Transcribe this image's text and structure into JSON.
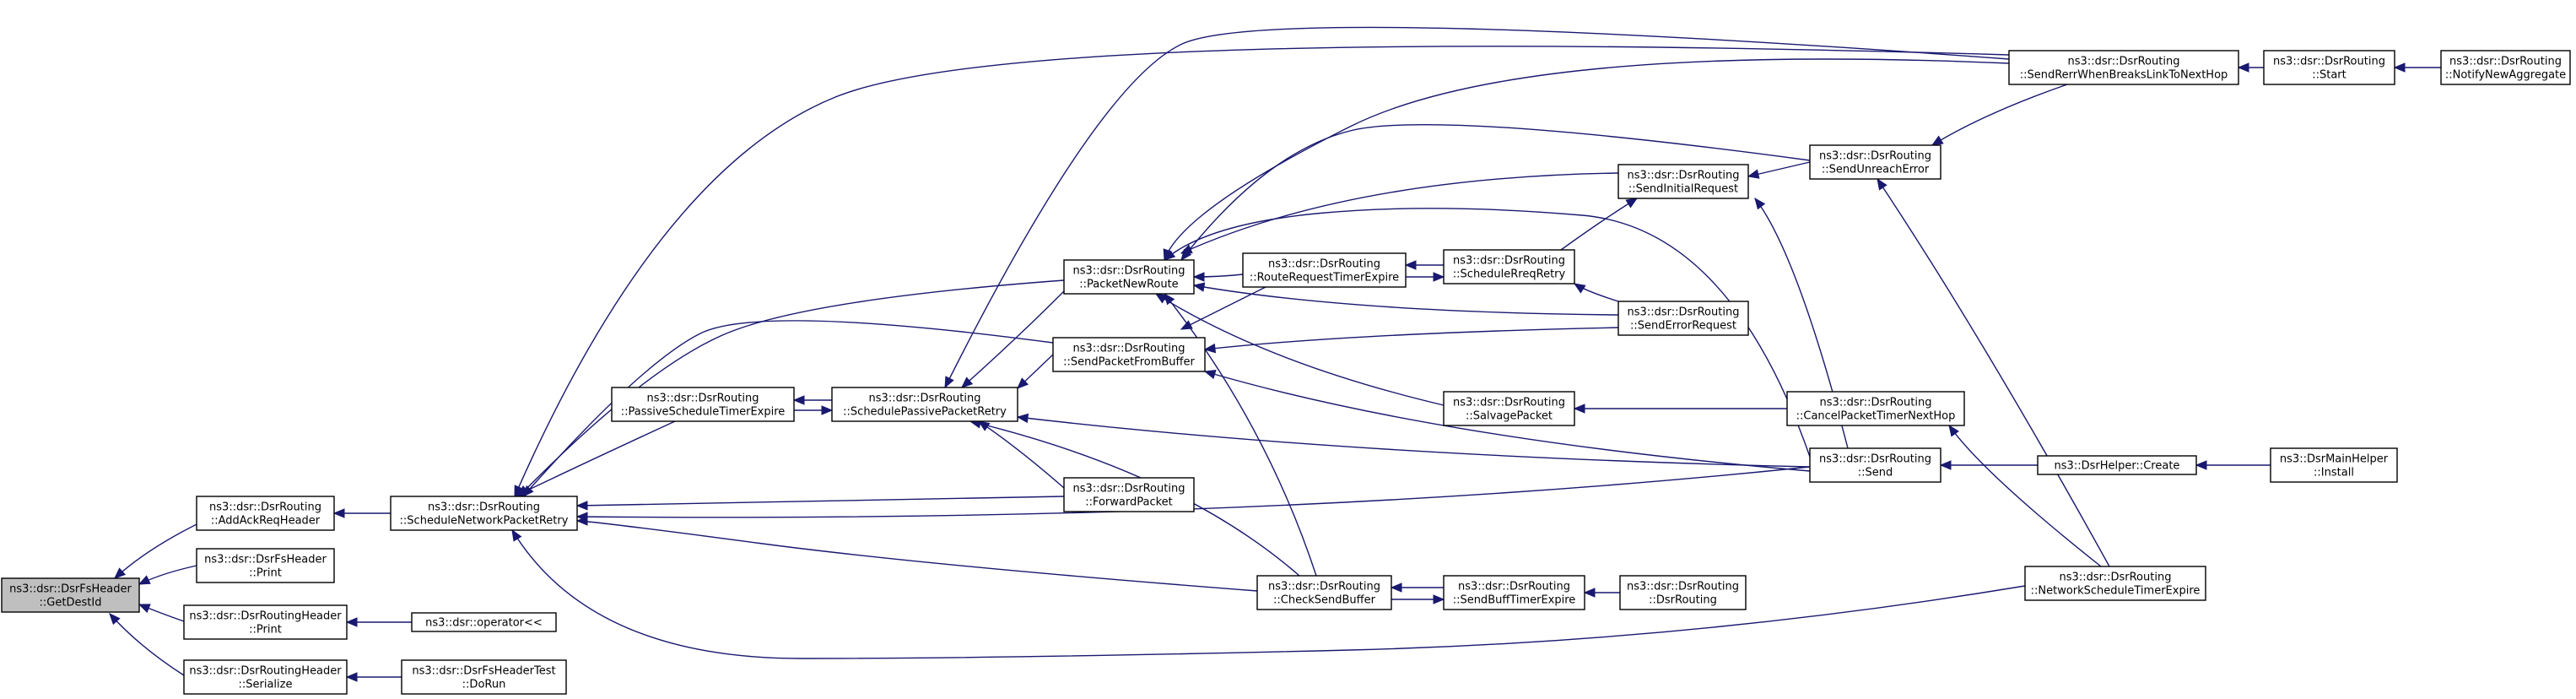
{
  "graph": {
    "nodes": [
      {
        "id": "root",
        "lines": [
          "ns3::dsr::DsrFsHeader",
          "::GetDestId"
        ],
        "highlight": true
      },
      {
        "id": "addack",
        "lines": [
          "ns3::dsr::DsrRouting",
          "::AddAckReqHeader"
        ]
      },
      {
        "id": "fsprint",
        "lines": [
          "ns3::dsr::DsrFsHeader",
          "::Print"
        ]
      },
      {
        "id": "rhprint",
        "lines": [
          "ns3::dsr::DsrRoutingHeader",
          "::Print"
        ]
      },
      {
        "id": "rhser",
        "lines": [
          "ns3::dsr::DsrRoutingHeader",
          "::Serialize"
        ]
      },
      {
        "id": "oplt",
        "lines": [
          "ns3::dsr::operator<<"
        ]
      },
      {
        "id": "dorun",
        "lines": [
          "ns3::dsr::DsrFsHeaderTest",
          "::DoRun"
        ]
      },
      {
        "id": "snpr",
        "lines": [
          "ns3::dsr::DsrRouting",
          "::ScheduleNetworkPacketRetry"
        ]
      },
      {
        "id": "pste",
        "lines": [
          "ns3::dsr::DsrRouting",
          "::PassiveScheduleTimerExpire"
        ]
      },
      {
        "id": "spr",
        "lines": [
          "ns3::dsr::DsrRouting",
          "::SchedulePassivePacketRetry"
        ]
      },
      {
        "id": "pnr",
        "lines": [
          "ns3::dsr::DsrRouting",
          "::PacketNewRoute"
        ]
      },
      {
        "id": "spfb",
        "lines": [
          "ns3::dsr::DsrRouting",
          "::SendPacketFromBuffer"
        ]
      },
      {
        "id": "fwd",
        "lines": [
          "ns3::dsr::DsrRouting",
          "::ForwardPacket"
        ]
      },
      {
        "id": "rrte",
        "lines": [
          "ns3::dsr::DsrRouting",
          "::RouteRequestTimerExpire"
        ]
      },
      {
        "id": "csb",
        "lines": [
          "ns3::dsr::DsrRouting",
          "::CheckSendBuffer"
        ]
      },
      {
        "id": "sir",
        "lines": [
          "ns3::dsr::DsrRouting",
          "::SendInitialRequest"
        ]
      },
      {
        "id": "srr",
        "lines": [
          "ns3::dsr::DsrRouting",
          "::ScheduleRreqRetry"
        ]
      },
      {
        "id": "salv",
        "lines": [
          "ns3::dsr::DsrRouting",
          "::SalvagePacket"
        ]
      },
      {
        "id": "sbte",
        "lines": [
          "ns3::dsr::DsrRouting",
          "::SendBuffTimerExpire"
        ]
      },
      {
        "id": "ser",
        "lines": [
          "ns3::dsr::DsrRouting",
          "::SendErrorRequest"
        ]
      },
      {
        "id": "dsrr",
        "lines": [
          "ns3::dsr::DsrRouting",
          "::DsrRouting"
        ]
      },
      {
        "id": "sue",
        "lines": [
          "ns3::dsr::DsrRouting",
          "::SendUnreachError"
        ]
      },
      {
        "id": "cptnh",
        "lines": [
          "ns3::dsr::DsrRouting",
          "::CancelPacketTimerNextHop"
        ]
      },
      {
        "id": "send",
        "lines": [
          "ns3::dsr::DsrRouting",
          "::Send"
        ]
      },
      {
        "id": "srwb",
        "lines": [
          "ns3::dsr::DsrRouting",
          "::SendRerrWhenBreaksLinkToNextHop"
        ]
      },
      {
        "id": "nste",
        "lines": [
          "ns3::dsr::DsrRouting",
          "::NetworkScheduleTimerExpire"
        ]
      },
      {
        "id": "create",
        "lines": [
          "ns3::DsrHelper::Create"
        ]
      },
      {
        "id": "start",
        "lines": [
          "ns3::dsr::DsrRouting",
          "::Start"
        ]
      },
      {
        "id": "install",
        "lines": [
          "ns3::DsrMainHelper",
          "::Install"
        ]
      },
      {
        "id": "nna",
        "lines": [
          "ns3::dsr::DsrRouting",
          "::NotifyNewAggregate"
        ]
      }
    ],
    "edges": [
      {
        "id": "e1",
        "from": "addack",
        "to": "root"
      },
      {
        "id": "e2",
        "from": "fsprint",
        "to": "root"
      },
      {
        "id": "e3",
        "from": "rhprint",
        "to": "root"
      },
      {
        "id": "e4",
        "from": "rhser",
        "to": "root"
      },
      {
        "id": "e5",
        "from": "oplt",
        "to": "rhprint"
      },
      {
        "id": "e6",
        "from": "dorun",
        "to": "rhser"
      },
      {
        "id": "e7",
        "from": "snpr",
        "to": "addack"
      },
      {
        "id": "e8",
        "from": "pste",
        "to": "snpr"
      },
      {
        "id": "e9",
        "from": "pnr",
        "to": "snpr"
      },
      {
        "id": "e10",
        "from": "spfb",
        "to": "snpr"
      },
      {
        "id": "e11",
        "from": "fwd",
        "to": "snpr"
      },
      {
        "id": "e12",
        "from": "csb",
        "to": "snpr"
      },
      {
        "id": "e13",
        "from": "send",
        "to": "snpr"
      },
      {
        "id": "e14",
        "from": "srwb",
        "to": "snpr"
      },
      {
        "id": "e15",
        "from": "nste",
        "to": "snpr"
      },
      {
        "id": "e16",
        "from": "spr",
        "to": "pste"
      },
      {
        "id": "e17",
        "from": "pste",
        "to": "spr"
      },
      {
        "id": "e18",
        "from": "pnr",
        "to": "spr"
      },
      {
        "id": "e19",
        "from": "spfb",
        "to": "spr"
      },
      {
        "id": "e20",
        "from": "fwd",
        "to": "spr"
      },
      {
        "id": "e21",
        "from": "csb",
        "to": "spr"
      },
      {
        "id": "e22",
        "from": "send",
        "to": "spr"
      },
      {
        "id": "e23",
        "from": "srwb",
        "to": "spr"
      },
      {
        "id": "e24",
        "from": "rrte",
        "to": "pnr"
      },
      {
        "id": "e25",
        "from": "sir",
        "to": "pnr"
      },
      {
        "id": "e26",
        "from": "ser",
        "to": "pnr"
      },
      {
        "id": "e27",
        "from": "sue",
        "to": "pnr"
      },
      {
        "id": "e28",
        "from": "srwb",
        "to": "pnr"
      },
      {
        "id": "e29",
        "from": "salv",
        "to": "pnr"
      },
      {
        "id": "e30",
        "from": "csb",
        "to": "pnr"
      },
      {
        "id": "e31",
        "from": "send",
        "to": "pnr"
      },
      {
        "id": "e32",
        "from": "rrte",
        "to": "spfb"
      },
      {
        "id": "e33",
        "from": "ser",
        "to": "spfb"
      },
      {
        "id": "e34",
        "from": "send",
        "to": "spfb"
      },
      {
        "id": "e35",
        "from": "srr",
        "to": "rrte"
      },
      {
        "id": "e36",
        "from": "rrte",
        "to": "srr"
      },
      {
        "id": "e37",
        "from": "sir",
        "to": "srr"
      },
      {
        "id": "e38",
        "from": "ser",
        "to": "srr"
      },
      {
        "id": "e39",
        "from": "sbte",
        "to": "csb"
      },
      {
        "id": "e40",
        "from": "csb",
        "to": "sbte"
      },
      {
        "id": "e41",
        "from": "dsrr",
        "to": "sbte"
      },
      {
        "id": "e42",
        "from": "sue",
        "to": "sir"
      },
      {
        "id": "e43",
        "from": "send",
        "to": "sir"
      },
      {
        "id": "e44",
        "from": "cptnh",
        "to": "salv"
      },
      {
        "id": "e45",
        "from": "srwb",
        "to": "sue"
      },
      {
        "id": "e46",
        "from": "nste",
        "to": "sue"
      },
      {
        "id": "e47",
        "from": "nste",
        "to": "cptnh"
      },
      {
        "id": "e48",
        "from": "create",
        "to": "send"
      },
      {
        "id": "e49",
        "from": "start",
        "to": "srwb"
      },
      {
        "id": "e50",
        "from": "nna",
        "to": "start"
      },
      {
        "id": "e51",
        "from": "install",
        "to": "create"
      }
    ]
  }
}
